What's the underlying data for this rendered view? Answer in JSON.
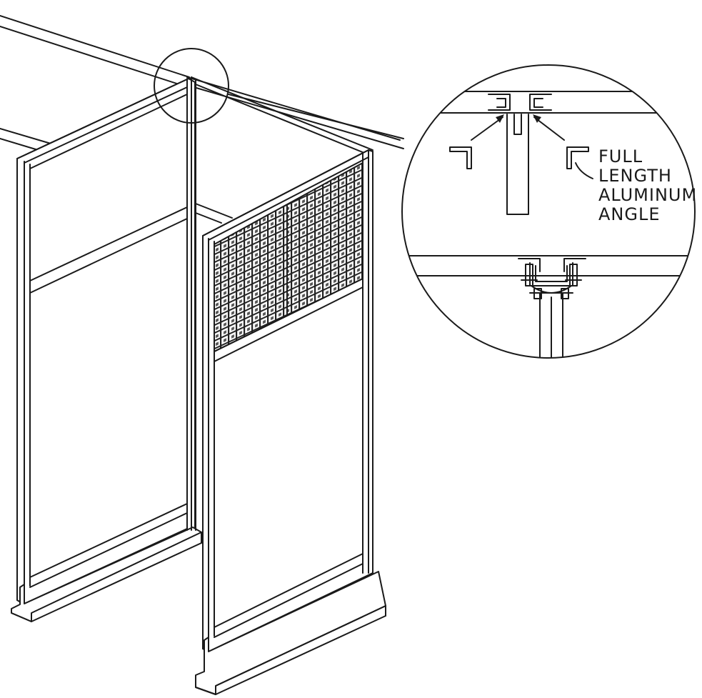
{
  "callout": {
    "lines": [
      "FULL",
      "LENGTH",
      "ALUMINUM",
      "ANGLE"
    ]
  },
  "colors": {
    "line": "#1a1a1a",
    "background": "#ffffff"
  }
}
